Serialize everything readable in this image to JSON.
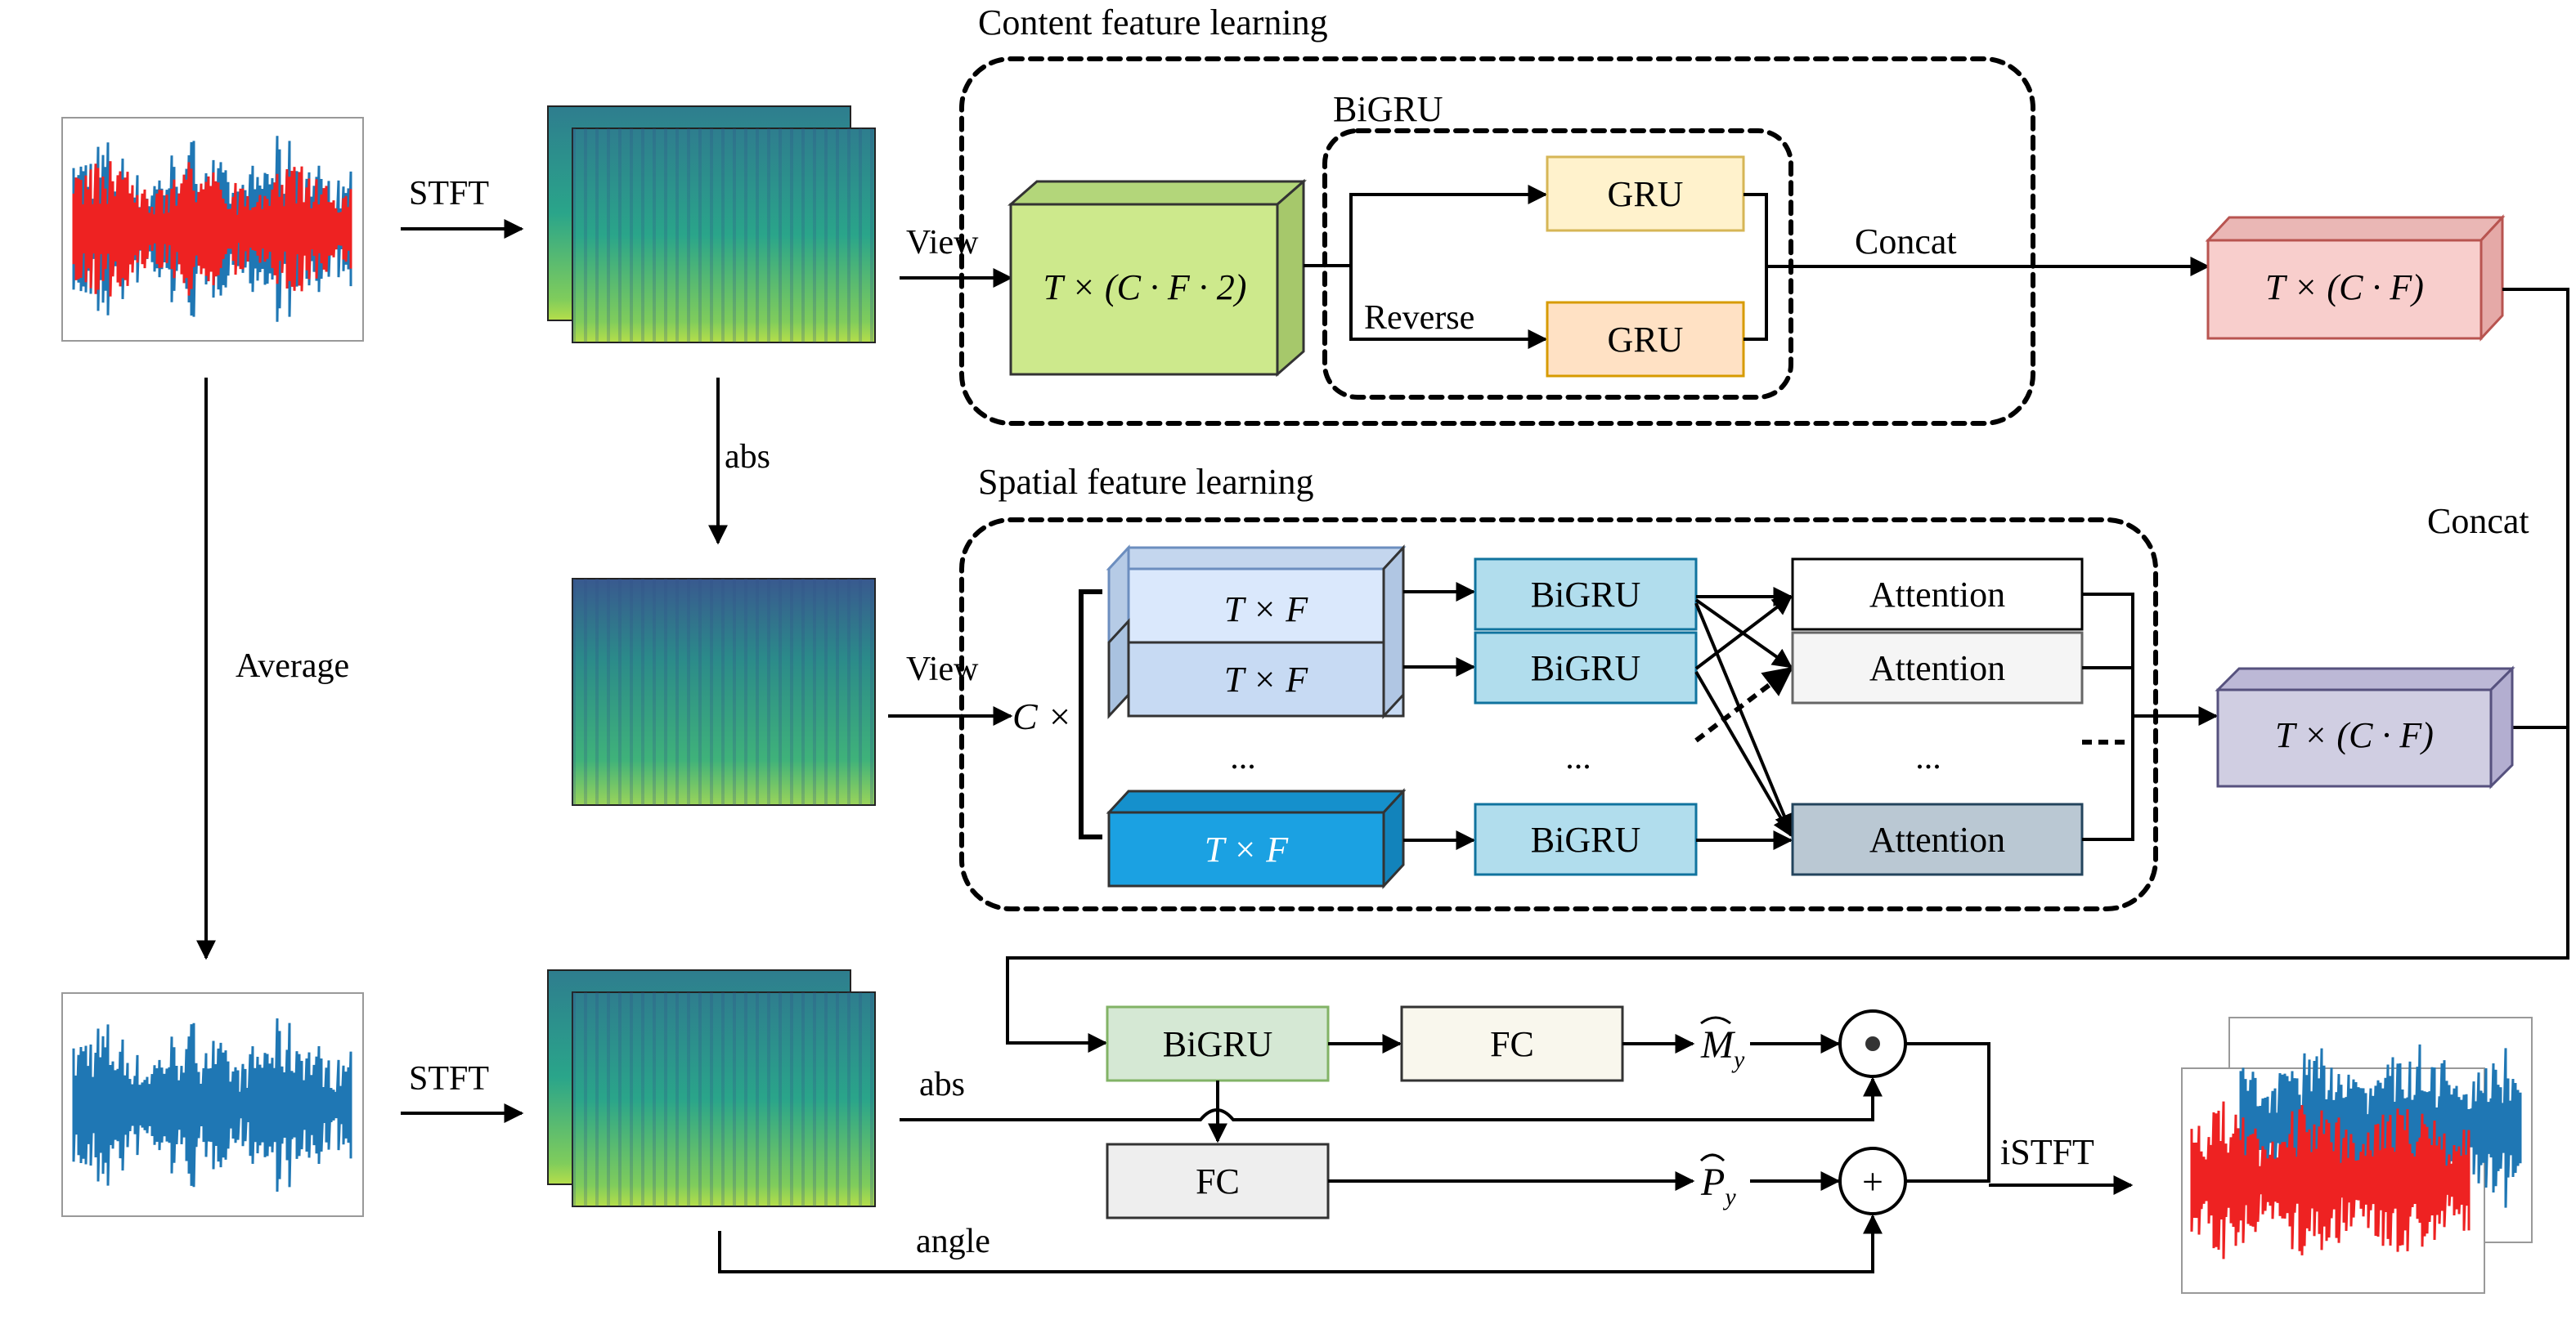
{
  "labels": {
    "content_title": "Content feature learning",
    "spatial_title": "Spatial feature learning",
    "bigru_group": "BiGRU",
    "stft_top": "STFT",
    "stft_bottom": "STFT",
    "abs_vertical": "abs",
    "abs_bottom": "abs",
    "angle": "angle",
    "average": "Average",
    "view_top": "View",
    "view_spatial": "View",
    "reverse": "Reverse",
    "concat_top": "Concat",
    "concat_right": "Concat",
    "istft": "iSTFT",
    "c_times": "C ×",
    "ellipsis": "..."
  },
  "blocks": {
    "content_tensor": "T × (C · F · 2)",
    "gru_forward": "GRU",
    "gru_reverse": "GRU",
    "content_output": "T × (C · F)",
    "spatial_slice": "T × F",
    "bigru": "BiGRU",
    "attention": "Attention",
    "spatial_output": "T × (C · F)",
    "decoder_bigru": "BiGRU",
    "fc_mask": "FC",
    "fc_phase": "FC",
    "mask_symbol": "M",
    "phase_symbol": "P",
    "subscript_y": "y",
    "multiply_op": "⊙",
    "add_op": "+"
  },
  "colors": {
    "content_tensor": "#cde98c",
    "gru_forward": "#fff2cc",
    "gru_reverse": "#ffe1c4",
    "content_output": "#f8cecc",
    "spatial_slice_light": "#dae8fc",
    "spatial_slice_mid": "#c7daf3",
    "spatial_slice_dark": "#1ba1e2",
    "bigru": "#b1dded",
    "attention_dark": "#bac8d3",
    "spatial_output": "#d0cee2",
    "decoder_bigru": "#d5e8d4",
    "fc_mask": "#f9f7ed",
    "fc_phase": "#eeeeee",
    "waveform_blue": "#1f77b4",
    "waveform_red": "#ee2222"
  }
}
